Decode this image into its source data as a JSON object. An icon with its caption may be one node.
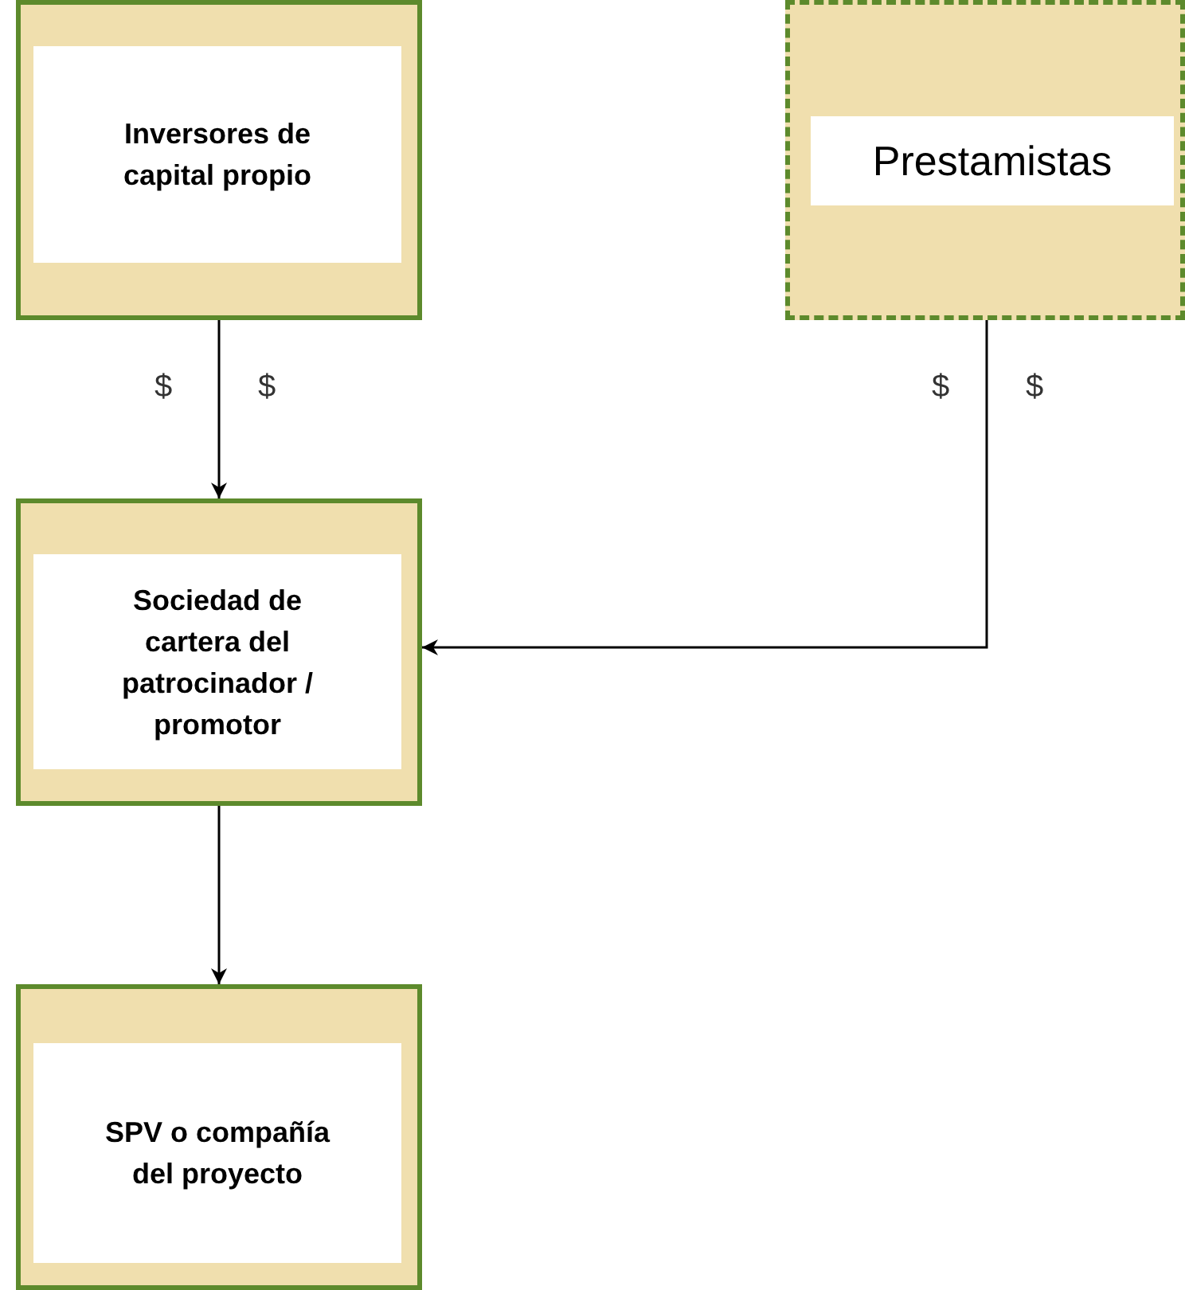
{
  "diagram": {
    "nodes": [
      {
        "text": [],
        "shape": "box"
      },
      {
        "text": [
          "Inversores de capital propio"
        ],
        "in": 0
      },
      {
        "text": [],
        "shape": "box"
      },
      {
        "text": [
          "Prestamistas"
        ],
        "in": 2
      },
      {
        "text": [],
        "shape": "box"
      },
      {
        "text": [
          "Sociedad de cartera del patrocinador / promotor"
        ],
        "in": 4
      },
      {
        "text": [],
        "shape": "box"
      },
      {
        "text": [
          "SPV o compañía del proyecto"
        ],
        "in": 6
      }
    ],
    "edges": [
      {
        "from": 0,
        "to": 4,
        "arrow": "to"
      },
      {
        "from": 2,
        "to": 4,
        "arrow": "to"
      },
      {
        "from": 4,
        "to": 6,
        "arrow": "to"
      }
    ],
    "labels": [
      "$",
      "$",
      "$",
      "$"
    ]
  }
}
